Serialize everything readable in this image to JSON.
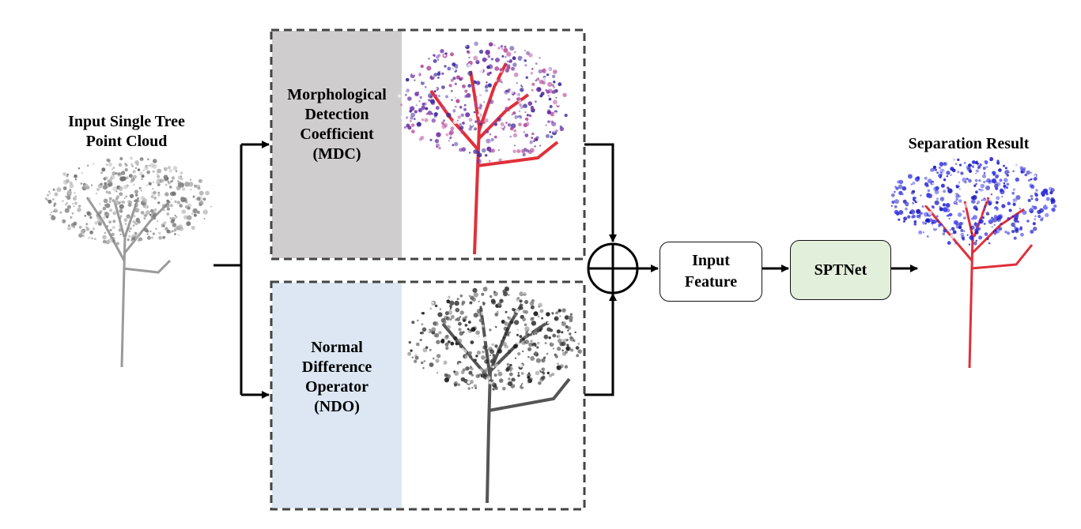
{
  "input": {
    "title_line1": "Input Single Tree",
    "title_line2": "Point Cloud"
  },
  "mdc": {
    "label_lines": [
      "Morphological",
      "Detection",
      "Coefficient",
      "(MDC)"
    ],
    "panel_color": "#cfcdcd"
  },
  "ndo": {
    "label_lines": [
      "Normal",
      "Difference",
      "Operator",
      "(NDO)"
    ],
    "panel_color": "#dce7f3"
  },
  "feature_box": {
    "line1": "Input",
    "line2": "Feature"
  },
  "network_box": {
    "label": "SPTNet",
    "fill": "#e2efda"
  },
  "output": {
    "title": "Separation Result"
  },
  "colors": {
    "leaf": "#2b2bd9",
    "wood": "#e0303a",
    "mdc_leaf": "#6b2fa6",
    "gray": "#8a8a8a",
    "black": "#1a1a1a"
  }
}
